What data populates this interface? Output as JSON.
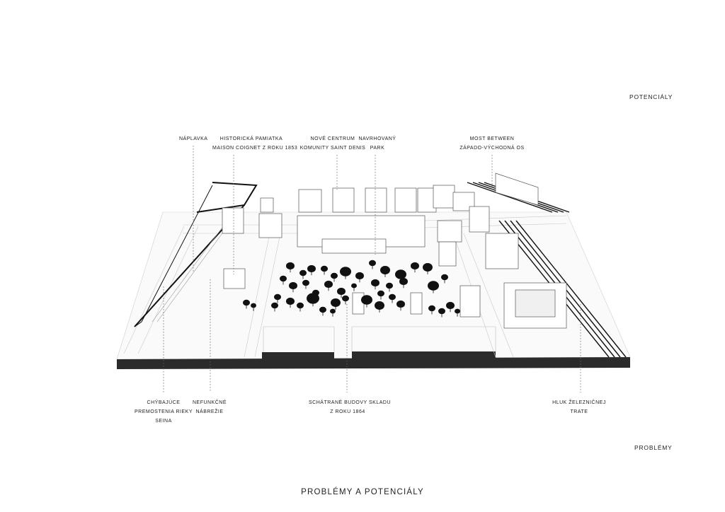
{
  "headings": {
    "potentials": "POTENCIÁLY",
    "problems": "PROBLÉMY"
  },
  "title": "PROBLÉMY A POTENCIÁLY",
  "potential_labels": [
    {
      "lines": [
        "NÁPLAVKA"
      ]
    },
    {
      "lines": [
        "HISTORICKÁ PAMIATKA",
        "MAISON COIGNET Z ROKU 1853"
      ]
    },
    {
      "lines": [
        "NOVÉ CENTRUM",
        "KOMUNITY SAINT DENIS"
      ]
    },
    {
      "lines": [
        "NAVRHOVANÝ",
        "PARK"
      ]
    },
    {
      "lines": [
        "MOST BETWEEN",
        "ZÁPADO-VÝCHODNÁ OS"
      ]
    }
  ],
  "problem_labels": [
    {
      "lines": [
        "CHÝBAJÚCE",
        "PREMOSTENIA RIEKY",
        "SEINA"
      ]
    },
    {
      "lines": [
        "NEFUNKČNÉ",
        "NÁBREŽIE"
      ]
    },
    {
      "lines": [
        "SCHÁTRANÉ BUDOVY SKLADU",
        "Z ROKU 1864"
      ]
    },
    {
      "lines": [
        "HLUK ŽELEZNIČNEJ",
        "TRATE"
      ]
    }
  ]
}
